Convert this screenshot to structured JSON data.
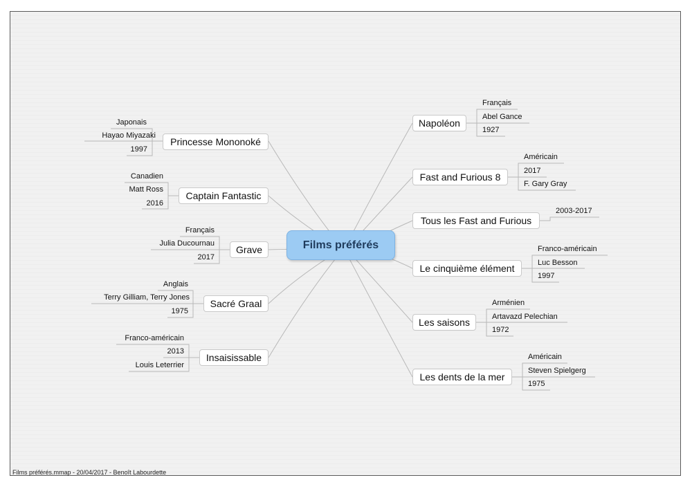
{
  "central": "Films préférés",
  "left": [
    {
      "title": "Princesse Mononoké",
      "leaves": [
        "Japonais",
        "Hayao Miyazaki",
        "1997"
      ]
    },
    {
      "title": "Captain Fantastic",
      "leaves": [
        "Canadien",
        "Matt Ross",
        "2016"
      ]
    },
    {
      "title": "Grave",
      "leaves": [
        "Français",
        "Julia Ducournau",
        "2017"
      ]
    },
    {
      "title": "Sacré Graal",
      "leaves": [
        "Anglais",
        "Terry Gilliam, Terry Jones",
        "1975"
      ]
    },
    {
      "title": "Insaisissable",
      "leaves": [
        "Franco-américain",
        "2013",
        "Louis Leterrier"
      ]
    }
  ],
  "right": [
    {
      "title": "Napoléon",
      "leaves": [
        "Français",
        "Abel Gance",
        "1927"
      ]
    },
    {
      "title": "Fast and Furious 8",
      "leaves": [
        "Américain",
        "2017",
        "F. Gary Gray"
      ]
    },
    {
      "title": "Tous les Fast and Furious",
      "leaves": [
        "2003-2017"
      ]
    },
    {
      "title": "Le cinquième élément",
      "leaves": [
        "Franco-américain",
        "Luc Besson",
        "1997"
      ]
    },
    {
      "title": "Les saisons",
      "leaves": [
        "Arménien",
        "Artavazd Pelechian",
        "1972"
      ]
    },
    {
      "title": "Les dents de la mer",
      "leaves": [
        "Américain",
        "Steven Spielgerg",
        "1975"
      ]
    }
  ],
  "footer": "Films préférés.mmap - 20/04/2017 - Benoît Labourdette"
}
